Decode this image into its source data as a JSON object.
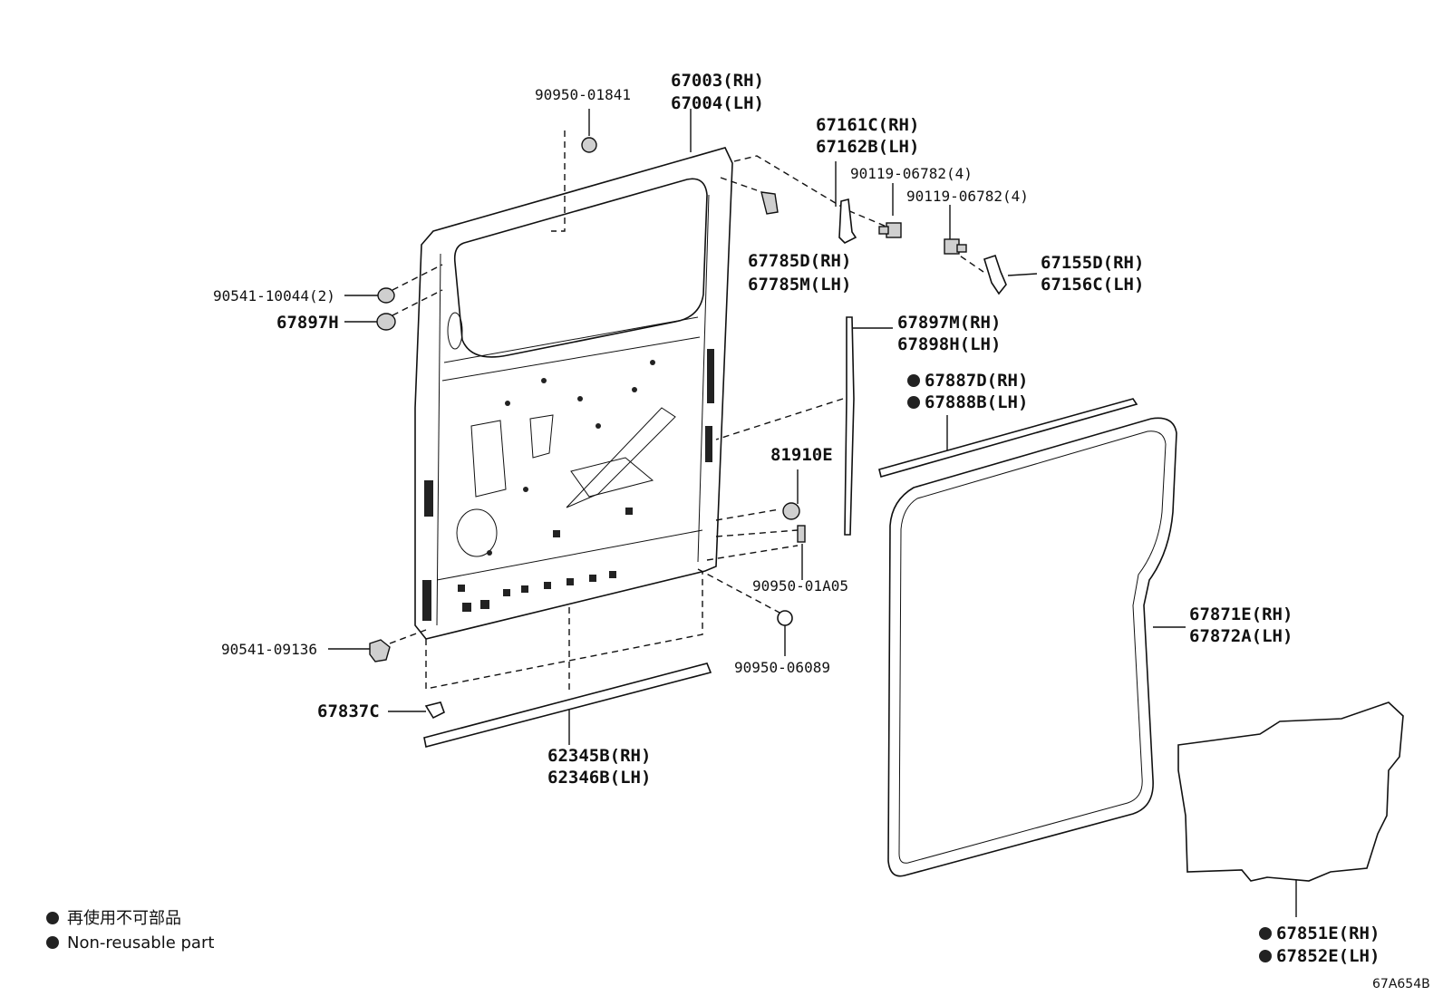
{
  "diagram": {
    "labels": {
      "l_67003": "67003(RH)",
      "l_67004": "67004(LH)",
      "l_90950_01841": "90950-01841",
      "l_67161c": "67161C(RH)",
      "l_67162b": "67162B(LH)",
      "l_90119_a": "90119-06782(4)",
      "l_90119_b": "90119-06782(4)",
      "l_67785d": "67785D(RH)",
      "l_67785m": "67785M(LH)",
      "l_67155d": "67155D(RH)",
      "l_67156c": "67156C(LH)",
      "l_90541_10044": "90541-10044(2)",
      "l_67897h_single": "67897H",
      "l_67897m": "67897M(RH)",
      "l_67898h": "67898H(LH)",
      "l_67887d": "67887D(RH)",
      "l_67888b": "67888B(LH)",
      "l_81910e": "81910E",
      "l_90950_01a05": "90950-01A05",
      "l_90950_06089": "90950-06089",
      "l_90541_09136": "90541-09136",
      "l_67837c": "67837C",
      "l_62345b": "62345B(RH)",
      "l_62346b": "62346B(LH)",
      "l_67871e": "67871E(RH)",
      "l_67872a": "67872A(LH)",
      "l_67851e": "67851E(RH)",
      "l_67852e": "67852E(LH)"
    },
    "legend": {
      "japanese": "再使用不可部品",
      "english": "Non-reusable part"
    },
    "code": "67A654B"
  }
}
